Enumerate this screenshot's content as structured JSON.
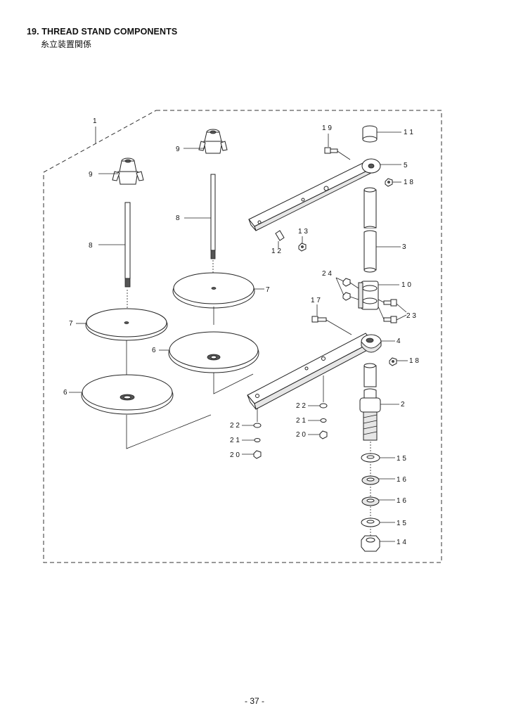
{
  "header": {
    "title": "19. THREAD STAND COMPONENTS",
    "subtitle": "糸立装置関係"
  },
  "footer": {
    "page_number": "- 37 -"
  },
  "callouts": {
    "p1": "1",
    "p9a": "9",
    "p9b": "9",
    "p8a": "8",
    "p8b": "8",
    "p7a": "7",
    "p7b": "7",
    "p6a": "6",
    "p6b": "6",
    "p19": "1 9",
    "p11": "1 1",
    "p5": "5",
    "p18a": "1 8",
    "p13": "1 3",
    "p12": "1 2",
    "p3": "3",
    "p24": "2 4",
    "p10": "1 0",
    "p23": "2 3",
    "p17": "1 7",
    "p4": "4",
    "p18b": "1 8",
    "p2": "2",
    "p22a": "2 2",
    "p21a": "2 1",
    "p20a": "2 0",
    "p22b": "2 2",
    "p21b": "2 1",
    "p20b": "2 0",
    "p15a": "1 5",
    "p16a": "1 6",
    "p16b": "1 6",
    "p15b": "1 5",
    "p14": "1 4"
  }
}
